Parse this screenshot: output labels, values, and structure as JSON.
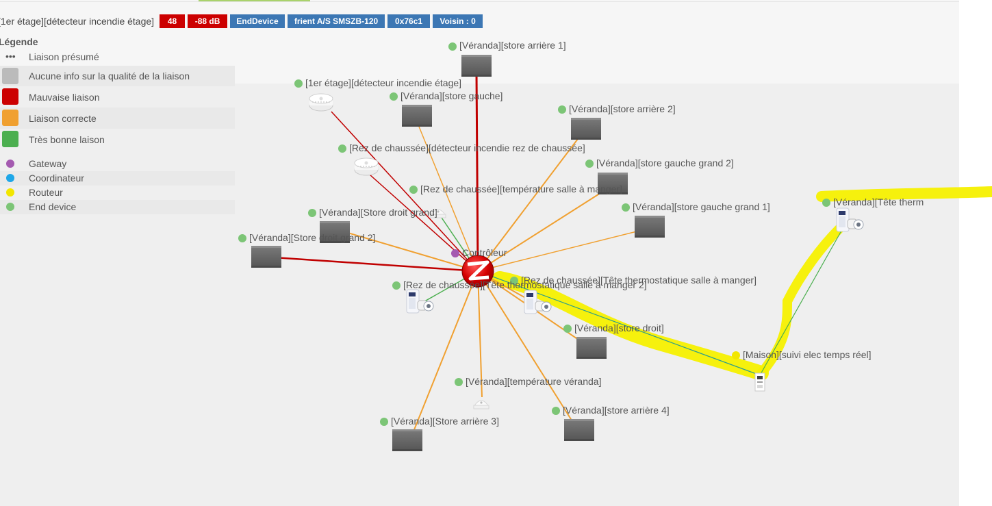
{
  "header": {
    "title": "[1er étage][détecteur incendie étage]",
    "badges": [
      {
        "text": "48",
        "color": "#cc0000"
      },
      {
        "text": "-88 dB",
        "color": "#cc0000"
      },
      {
        "text": "EndDevice",
        "color": "#3c77b4"
      },
      {
        "text": "frient A/S SMSZB-120",
        "color": "#3c77b4"
      },
      {
        "text": "0x76c1",
        "color": "#3c77b4"
      },
      {
        "text": "Voisin : 0",
        "color": "#3c77b4"
      }
    ]
  },
  "legend": {
    "title": "Légende",
    "link_items": [
      {
        "label": "Liaison présumé",
        "kind": "dots"
      },
      {
        "label": "Aucune info sur la qualité de la liaison",
        "color": "#bbbbbb"
      },
      {
        "label": "Mauvaise liaison",
        "color": "#cc0000"
      },
      {
        "label": "Liaison correcte",
        "color": "#f0a030"
      },
      {
        "label": "Très bonne laison",
        "color": "#4caf50"
      }
    ],
    "node_items": [
      {
        "label": "Gateway",
        "color": "#a45ab0"
      },
      {
        "label": "Coordinateur",
        "color": "#1ea7e8"
      },
      {
        "label": "Routeur",
        "color": "#f2e600"
      },
      {
        "label": "End device",
        "color": "#7cc576"
      }
    ]
  },
  "controller": {
    "label": "Contrôleur",
    "icon": "zigbee-logo-icon",
    "color": "#cc0000"
  },
  "nodes": [
    {
      "id": "store-arriere-1",
      "label": "[Véranda][store arrière 1]",
      "icon": "shutter-icon",
      "link": "bad",
      "role": "end"
    },
    {
      "id": "detecteur-etage",
      "label": "[1er étage][détecteur incendie étage]",
      "icon": "smoke-detector-icon",
      "link": "bad",
      "role": "end"
    },
    {
      "id": "store-gauche",
      "label": "[Véranda][store gauche]",
      "icon": "shutter-icon",
      "link": "ok",
      "role": "end"
    },
    {
      "id": "store-arriere-2",
      "label": "[Véranda][store arrière 2]",
      "icon": "shutter-icon",
      "link": "ok",
      "role": "end"
    },
    {
      "id": "detecteur-rdc",
      "label": "[Rez de chaussée][détecteur incendie rez de chaussée]",
      "icon": "smoke-detector-icon",
      "link": "bad",
      "role": "end"
    },
    {
      "id": "store-gauche-grand-2",
      "label": "[Véranda][store gauche grand 2]",
      "icon": "shutter-icon",
      "link": "ok",
      "role": "end"
    },
    {
      "id": "temp-salle",
      "label": "[Rez de chaussée][température salle à manger]",
      "icon": "temperature-sensor-icon",
      "link": "good",
      "role": "end"
    },
    {
      "id": "store-gauche-grand-1",
      "label": "[Véranda][store gauche grand 1]",
      "icon": "shutter-icon",
      "link": "ok",
      "role": "end"
    },
    {
      "id": "store-droit-grand",
      "label": "[Véranda][Store droit grand]",
      "icon": "shutter-icon",
      "link": "ok",
      "role": "end"
    },
    {
      "id": "store-grand-2",
      "label": "[Véranda][Store droit grand 2]",
      "icon": "shutter-icon",
      "link": "bad",
      "role": "end"
    },
    {
      "id": "tete-thermo-1",
      "label": "[Rez de chaussée][Tête thermostatique salle à manger]",
      "icon": "thermostatic-valve-icon",
      "link": "ok",
      "role": "end"
    },
    {
      "id": "tete-thermo-2",
      "label": "[Rez de chaussée][Tête thermostatique salle à manger 2]",
      "icon": "thermostatic-valve-icon",
      "link": "good",
      "role": "end"
    },
    {
      "id": "store-droit",
      "label": "[Véranda][store droit]",
      "icon": "shutter-icon",
      "link": "ok",
      "role": "end"
    },
    {
      "id": "temp-veranda",
      "label": "[Véranda][température véranda]",
      "icon": "temperature-sensor-icon",
      "link": "ok",
      "role": "end"
    },
    {
      "id": "store-arriere-3",
      "label": "[Véranda][Store arrière 3]",
      "icon": "shutter-icon",
      "link": "ok",
      "role": "end"
    },
    {
      "id": "store-arriere-4",
      "label": "[Véranda][store arrière 4]",
      "icon": "shutter-icon",
      "link": "ok",
      "role": "end"
    },
    {
      "id": "suivi-elec",
      "label": "[Maison][suivi elec temps réel]",
      "icon": "din-rail-meter-icon",
      "link": "good",
      "role": "router"
    },
    {
      "id": "tete-veranda",
      "label": "[Véranda][Tête therm",
      "icon": "thermostatic-valve-icon",
      "link": "good",
      "role": "end"
    }
  ],
  "colors": {
    "bad": "#c00000",
    "ok": "#f0a030",
    "good": "#4caf50",
    "teal": "#2a9d8f",
    "highlight": "#f5f000",
    "enddevice": "#7cc576",
    "router": "#f2e600",
    "gateway": "#a45ab0"
  }
}
